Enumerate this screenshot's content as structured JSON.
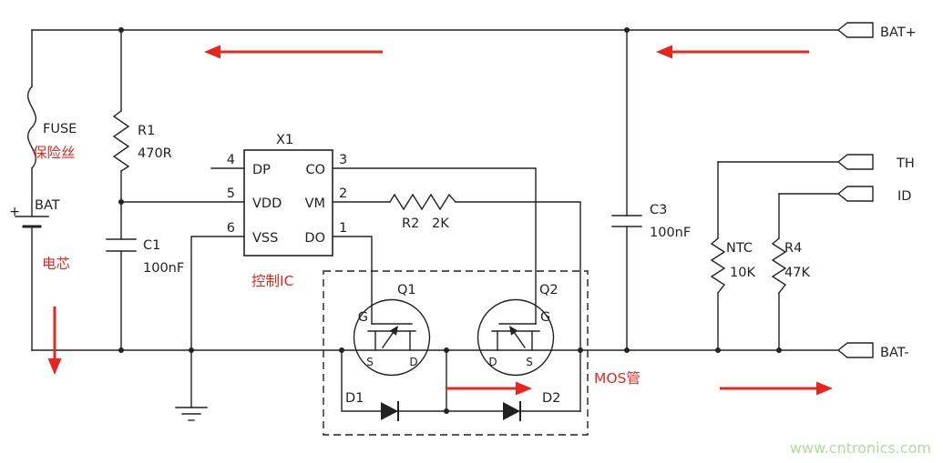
{
  "colors": {
    "wire": "#222222",
    "red": "#e8261d",
    "watermark": "#b3db9e"
  },
  "terminals": {
    "bat_plus": "BAT+",
    "th": "TH",
    "id": "ID",
    "bat_minus": "BAT-"
  },
  "components": {
    "fuse": {
      "ref": "FUSE",
      "note_cn": "保险丝"
    },
    "battery": {
      "ref": "BAT",
      "note_cn": "电芯",
      "plus": "+"
    },
    "r1": {
      "ref": "R1",
      "value": "470R"
    },
    "c1": {
      "ref": "C1",
      "value": "100nF"
    },
    "r2": {
      "ref": "R2",
      "value": "2K"
    },
    "c3": {
      "ref": "C3",
      "value": "100nF"
    },
    "ntc": {
      "ref": "NTC",
      "value": "10K"
    },
    "r4": {
      "ref": "R4",
      "value": "47K"
    },
    "q1": {
      "ref": "Q1",
      "gate": "G",
      "source": "S",
      "drain": "D"
    },
    "q2": {
      "ref": "Q2",
      "gate": "G",
      "source": "S",
      "drain": "D"
    },
    "d1": {
      "ref": "D1"
    },
    "d2": {
      "ref": "D2"
    },
    "mos_note_cn": "MOS管"
  },
  "ic": {
    "ref": "X1",
    "note_cn": "控制IC",
    "pins_left": [
      {
        "num": "4",
        "name": "DP"
      },
      {
        "num": "5",
        "name": "VDD"
      },
      {
        "num": "6",
        "name": "VSS"
      }
    ],
    "pins_right": [
      {
        "num": "3",
        "name": "CO"
      },
      {
        "num": "2",
        "name": "VM"
      },
      {
        "num": "1",
        "name": "DO"
      }
    ]
  },
  "watermark": "www.cntronics.com"
}
